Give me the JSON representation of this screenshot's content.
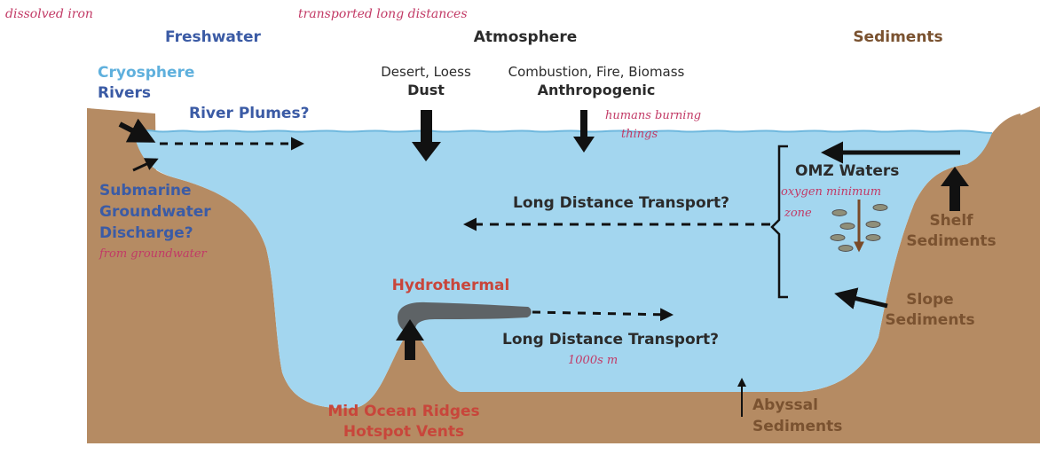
{
  "colors": {
    "ocean": "#a3d6ef",
    "land": "#b58b63",
    "freshwater_blue": "#3b5ba5",
    "cryosphere_blue": "#5fb0dd",
    "red": "#c8463b",
    "dark": "#2b2b2b",
    "hand_ink": "#c23a66",
    "brown_arrow": "#7a4a28",
    "sediment_brown": "#7a5230",
    "plume": "#5e6366"
  },
  "header": {
    "freshwater": "Freshwater",
    "atmosphere": "Atmosphere",
    "sediments": "Sediments"
  },
  "labels": {
    "cryosphere": "Cryosphere",
    "rivers": "Rivers",
    "river_plumes": "River Plumes?",
    "desert_loess": "Desert, Loess",
    "dust": "Dust",
    "combustion": "Combustion, Fire, Biomass",
    "anthropogenic": "Anthropogenic",
    "submarine_1": "Submarine",
    "submarine_2": "Groundwater",
    "submarine_3": "Discharge?",
    "omz_waters": "OMZ Waters",
    "long_distance_upper": "Long Distance Transport?",
    "long_distance_lower": "Long Distance Transport?",
    "hydrothermal": "Hydrothermal",
    "mid_ocean_1": "Mid Ocean Ridges",
    "mid_ocean_2": "Hotspot Vents",
    "shelf_1": "Shelf",
    "shelf_2": "Sediments",
    "slope_1": "Slope",
    "slope_2": "Sediments",
    "abyssal_1": "Abyssal",
    "abyssal_2": "Sediments"
  },
  "handwritten": {
    "dissolved_iron": "dissolved iron",
    "transported": "transported long distances",
    "humans_1": "humans burning",
    "humans_2": "things",
    "omz_note_1": "oxygen minimum",
    "omz_note_2": "zone",
    "groundwater": "from groundwater",
    "depth": "1000s m"
  }
}
